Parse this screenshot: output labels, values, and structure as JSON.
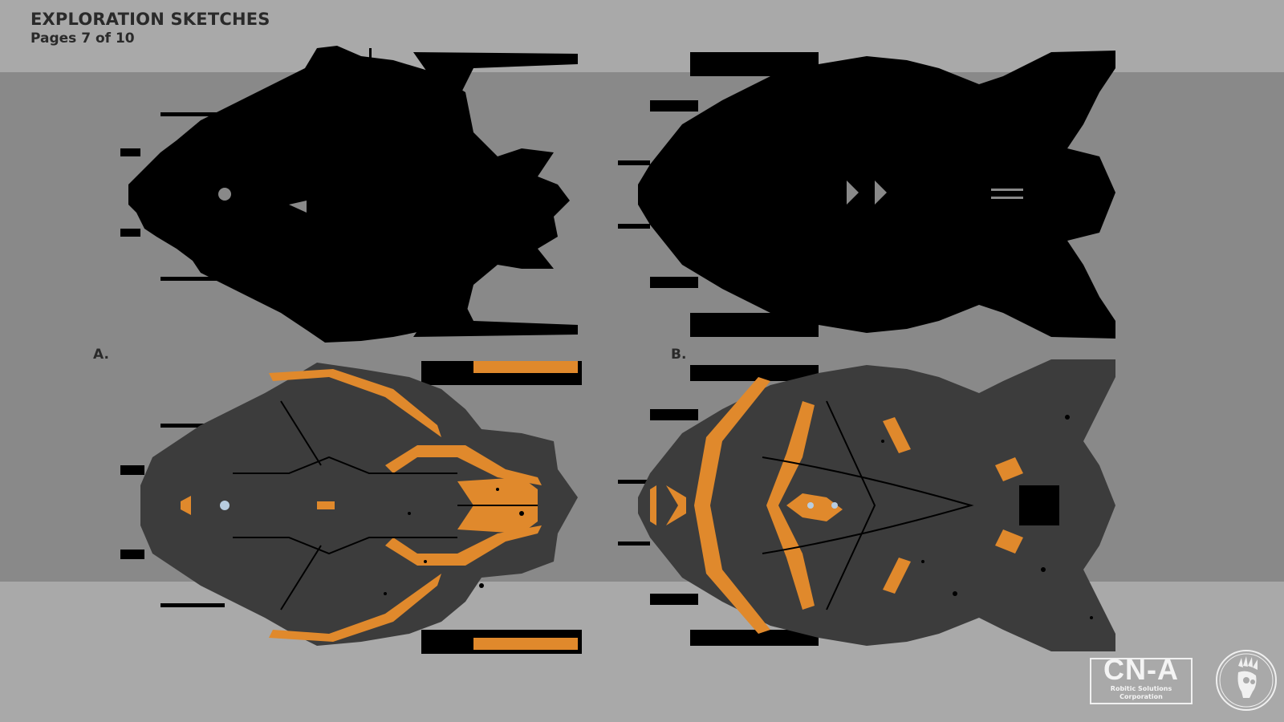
{
  "header": {
    "title": "EXPLORATION SKETCHES",
    "subtitle": "Pages 7 of 10"
  },
  "designs": [
    {
      "label": "A.",
      "silhouette": "ship-a-silhouette",
      "colored": "ship-a-colored"
    },
    {
      "label": "B.",
      "silhouette": "ship-b-silhouette",
      "colored": "ship-b-colored"
    }
  ],
  "colors": {
    "background_light": "#a9a9a9",
    "background_mid": "#898989",
    "hull": "#3c3c3c",
    "accent_orange": "#e0892c",
    "silhouette": "#000000"
  },
  "branding": {
    "logo_text": "CN-A",
    "logo_subtext": "Robitic Solutions Corporation",
    "emblem": "skull-emblem-icon"
  }
}
